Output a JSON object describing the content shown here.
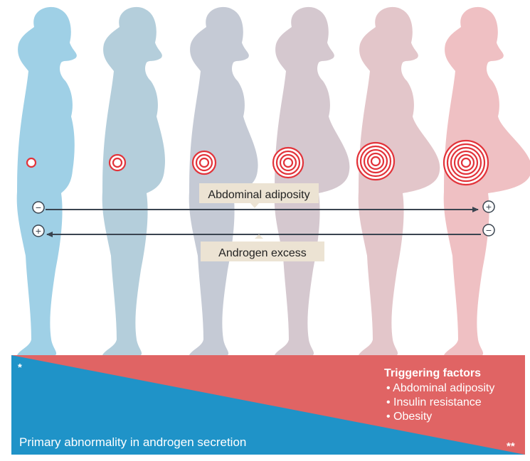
{
  "labels": {
    "abdominal_adiposity": "Abdominal adiposity",
    "androgen_excess": "Androgen excess"
  },
  "signs": {
    "left_top": "−",
    "left_bottom": "+",
    "right_top": "+",
    "right_bottom": "−"
  },
  "bottom_band": {
    "primary_label": "Primary abnormality in androgen secretion",
    "triggering_title": "Triggering factors",
    "triggering_items": [
      "• Abdominal adiposity",
      "• Insulin resistance",
      "• Obesity"
    ],
    "marker_single": "*",
    "marker_double": "**"
  },
  "figures": [
    {
      "color": "#9fd0e6",
      "rings": 1
    },
    {
      "color": "#b4cedb",
      "rings": 2
    },
    {
      "color": "#c5cad5",
      "rings": 3
    },
    {
      "color": "#d5c8cf",
      "rings": 4
    },
    {
      "color": "#e3c6ca",
      "rings": 5
    },
    {
      "color": "#efc0c3",
      "rings": 6
    }
  ],
  "colors": {
    "band_blue": "#1f93c8",
    "band_red": "#e06464",
    "ring_red": "#e2333a",
    "label_bg": "#ece3d3",
    "arrow": "#3a4450"
  }
}
